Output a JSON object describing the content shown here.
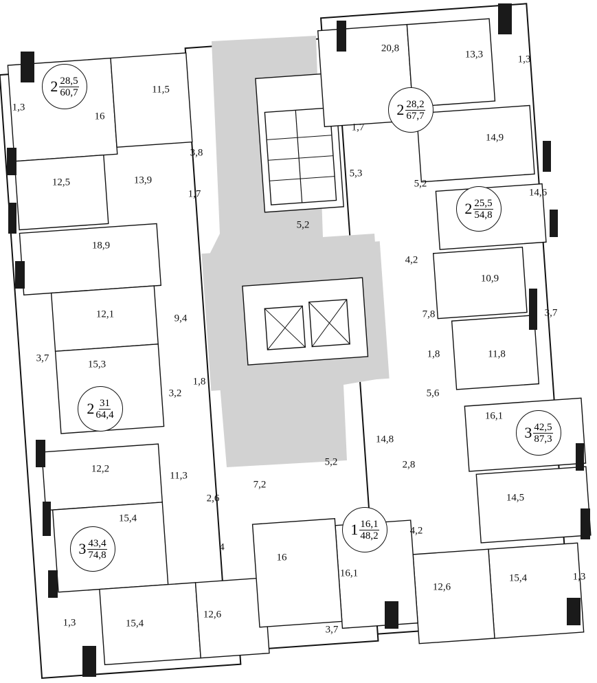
{
  "plan": {
    "area_labels": [
      {
        "id": "a1",
        "text": "11,5"
      },
      {
        "id": "a2",
        "text": "16"
      },
      {
        "id": "a3",
        "text": "1,3"
      },
      {
        "id": "a4",
        "text": "12,5"
      },
      {
        "id": "a5",
        "text": "13,9"
      },
      {
        "id": "a6",
        "text": "3,8"
      },
      {
        "id": "a7",
        "text": "1,7"
      },
      {
        "id": "a8",
        "text": "18,9"
      },
      {
        "id": "a9",
        "text": "12,1"
      },
      {
        "id": "a10",
        "text": "9,4"
      },
      {
        "id": "a11",
        "text": "3,7"
      },
      {
        "id": "a12",
        "text": "15,3"
      },
      {
        "id": "a13",
        "text": "3,2"
      },
      {
        "id": "a14",
        "text": "1,8"
      },
      {
        "id": "a15",
        "text": "12,2"
      },
      {
        "id": "a16",
        "text": "11,3"
      },
      {
        "id": "a17",
        "text": "15,4"
      },
      {
        "id": "a18",
        "text": "2,6"
      },
      {
        "id": "a19",
        "text": "7,2"
      },
      {
        "id": "a20",
        "text": "4"
      },
      {
        "id": "a21",
        "text": "16"
      },
      {
        "id": "a22",
        "text": "1,3"
      },
      {
        "id": "a23",
        "text": "15,4"
      },
      {
        "id": "a24",
        "text": "12,6"
      },
      {
        "id": "a25",
        "text": "16,1"
      },
      {
        "id": "a26",
        "text": "3,7"
      },
      {
        "id": "a27",
        "text": "20,8"
      },
      {
        "id": "a28",
        "text": "13,3"
      },
      {
        "id": "a29",
        "text": "1,3"
      },
      {
        "id": "a30",
        "text": "1,7"
      },
      {
        "id": "a31",
        "text": "14,9"
      },
      {
        "id": "a32",
        "text": "5,3"
      },
      {
        "id": "a33",
        "text": "5,2"
      },
      {
        "id": "a34",
        "text": "14,6"
      },
      {
        "id": "a35",
        "text": "5,2"
      },
      {
        "id": "a36",
        "text": "4,2"
      },
      {
        "id": "a37",
        "text": "10,9"
      },
      {
        "id": "a38",
        "text": "7,8"
      },
      {
        "id": "a39",
        "text": "3,7"
      },
      {
        "id": "a40",
        "text": "11,8"
      },
      {
        "id": "a41",
        "text": "1,8"
      },
      {
        "id": "a42",
        "text": "5,6"
      },
      {
        "id": "a43",
        "text": "16,1"
      },
      {
        "id": "a44",
        "text": "14,8"
      },
      {
        "id": "a45",
        "text": "5,2"
      },
      {
        "id": "a46",
        "text": "2,8"
      },
      {
        "id": "a47",
        "text": "14,5"
      },
      {
        "id": "a48",
        "text": "4,2"
      },
      {
        "id": "a49",
        "text": "12,6"
      },
      {
        "id": "a50",
        "text": "15,4"
      },
      {
        "id": "a51",
        "text": "1,3"
      }
    ],
    "apartments": [
      {
        "rooms": "2",
        "living": "28,5",
        "total": "60,7"
      },
      {
        "rooms": "2",
        "living": "28,2",
        "total": "67,7"
      },
      {
        "rooms": "2",
        "living": "25,5",
        "total": "54,8"
      },
      {
        "rooms": "2",
        "living": "31",
        "total": "64,4"
      },
      {
        "rooms": "3",
        "living": "42,5",
        "total": "87,3"
      },
      {
        "rooms": "3",
        "living": "43,4",
        "total": "74,8"
      },
      {
        "rooms": "1",
        "living": "16,1",
        "total": "48,2"
      }
    ]
  }
}
